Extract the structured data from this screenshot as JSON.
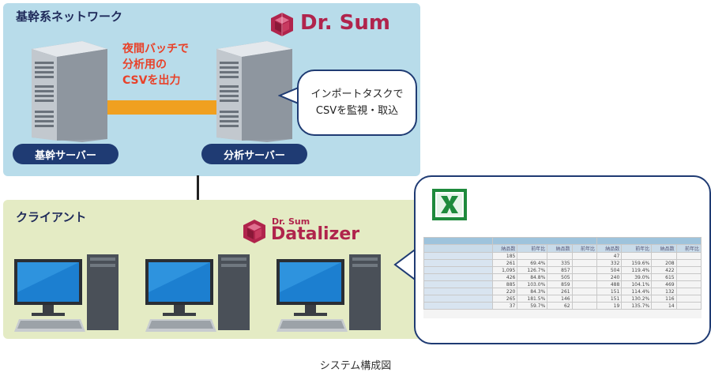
{
  "top_zone": {
    "title": "基幹系ネットワーク"
  },
  "brand_top": {
    "name": "Dr. Sum"
  },
  "batch_note": {
    "lines": [
      "夜間バッチで",
      "分析用の",
      "CSVを出力"
    ]
  },
  "callout_top": {
    "lines": [
      "インポートタスクで",
      "CSVを監視・取込"
    ]
  },
  "servers": [
    {
      "label": "基幹サーバー"
    },
    {
      "label": "分析サーバー"
    }
  ],
  "bottom_zone": {
    "title": "クライアント"
  },
  "brand_bottom": {
    "small": "Dr. Sum",
    "big": "Datalizer"
  },
  "caption": "システム構成図",
  "colors": {
    "accent_orange": "#f0a020",
    "navy": "#1f3b73",
    "brand_red": "#b0244c",
    "top_zone": "#b8dcea",
    "bottom_zone": "#e4ebc4"
  },
  "sheet": {
    "headers": [
      "納品数",
      "前年比",
      "納品数",
      "前年比",
      "納品数",
      "前年比",
      "納品数",
      "前年比"
    ],
    "rows": [
      [
        "185",
        "",
        "",
        "",
        "47",
        "",
        "",
        ""
      ],
      [
        "261",
        "69.4%",
        "335",
        "",
        "332",
        "159.6%",
        "208",
        ""
      ],
      [
        "1,095",
        "126.7%",
        "857",
        "",
        "504",
        "119.4%",
        "422",
        ""
      ],
      [
        "426",
        "84.8%",
        "505",
        "",
        "240",
        "39.0%",
        "615",
        ""
      ],
      [
        "885",
        "103.0%",
        "859",
        "",
        "488",
        "104.1%",
        "469",
        ""
      ],
      [
        "220",
        "84.3%",
        "261",
        "",
        "151",
        "114.4%",
        "132",
        ""
      ],
      [
        "265",
        "181.5%",
        "146",
        "",
        "151",
        "130.2%",
        "116",
        ""
      ],
      [
        "37",
        "59.7%",
        "62",
        "",
        "19",
        "135.7%",
        "14",
        ""
      ]
    ]
  }
}
